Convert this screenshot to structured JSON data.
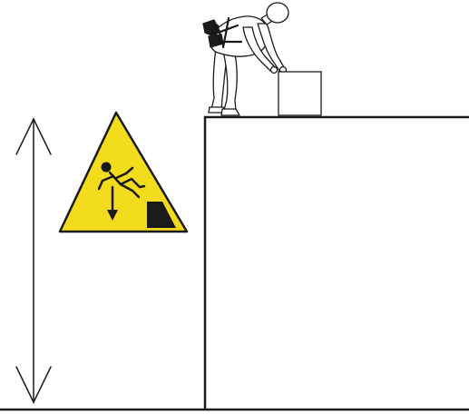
{
  "scene": {
    "elements": [
      "height-arrow",
      "fall-hazard-warning-sign",
      "worker-with-fall-harness",
      "box",
      "elevated-platform",
      "ground-line"
    ]
  },
  "warning_sign": {
    "icon": "fall-hazard-icon",
    "color": "#f2dc1d",
    "border_color": "#1a1a1a",
    "symbol_color": "#1a1a1a"
  },
  "colors": {
    "line": "#1a1a1a",
    "background": "#ffffff",
    "figure_fill": "#ffffff"
  }
}
